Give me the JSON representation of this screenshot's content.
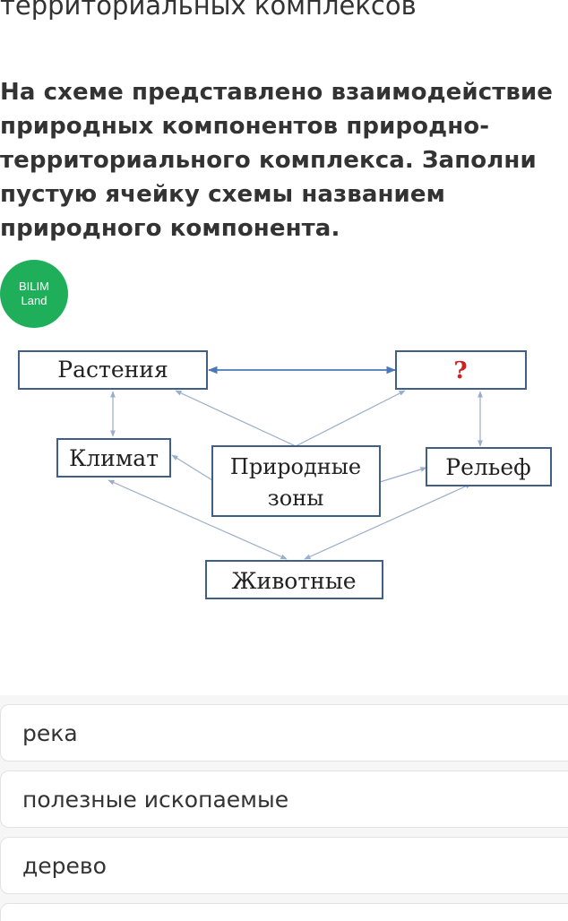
{
  "header": {
    "title_fragment": "территориальных комплексов"
  },
  "question": {
    "text": "На схеме представлено взаимодействие\nприродных компонентов природно-\nтерриториального комплекса. Заполни\nпустую ячейку схемы названием\nприродного компонента."
  },
  "logo": {
    "line1": "BILIM",
    "line2": "Land",
    "color": "#1faf5a"
  },
  "diagram": {
    "nodes": {
      "plants": "Растения",
      "unknown": "?",
      "climate": "Климат",
      "zones_line1": "Природные",
      "zones_line2": "зоны",
      "relief": "Рельеф",
      "animals": "Животные"
    },
    "colors": {
      "box_border": "#3f5f86",
      "arrow": "#9aaec8",
      "arrow_main": "#4a78b8",
      "question_mark": "#cc2222"
    }
  },
  "answers": {
    "options": [
      "река",
      "полезные ископаемые",
      "дерево"
    ]
  }
}
